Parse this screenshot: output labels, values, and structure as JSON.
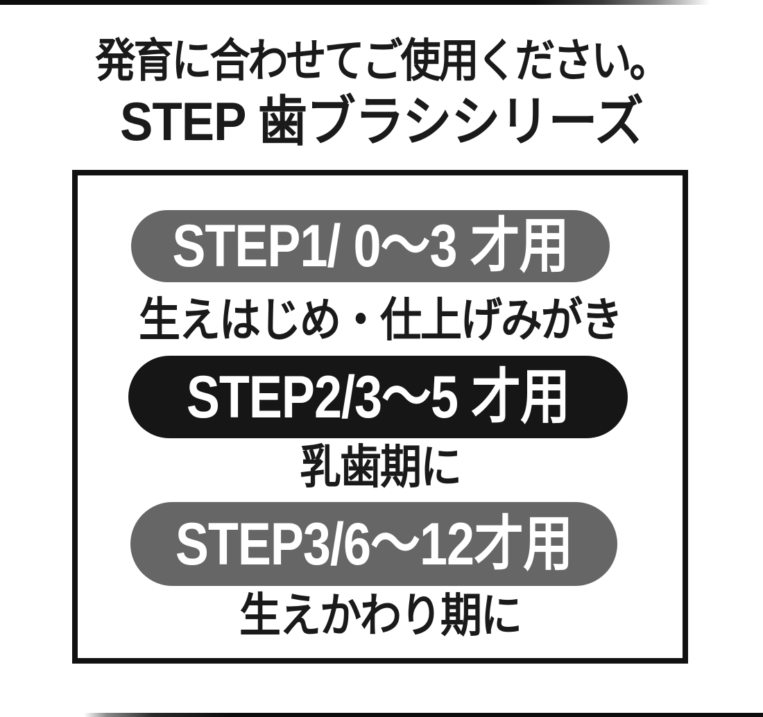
{
  "header": {
    "subtitle": "発育に合わせてご使用ください。",
    "title": "STEP 歯ブラシシリーズ"
  },
  "steps": [
    {
      "label": "STEP1/ 0〜3 才用",
      "style": "gray",
      "description": "生えはじめ・仕上げみがき"
    },
    {
      "label": "STEP2/3〜5 才用",
      "style": "black",
      "description": "乳歯期に"
    },
    {
      "label": "STEP3/6〜12才用",
      "style": "gray",
      "description": "生えかわり期に"
    }
  ],
  "colors": {
    "pill_gray": "#666666",
    "pill_black": "#161616",
    "ink": "#1a1a1a"
  }
}
